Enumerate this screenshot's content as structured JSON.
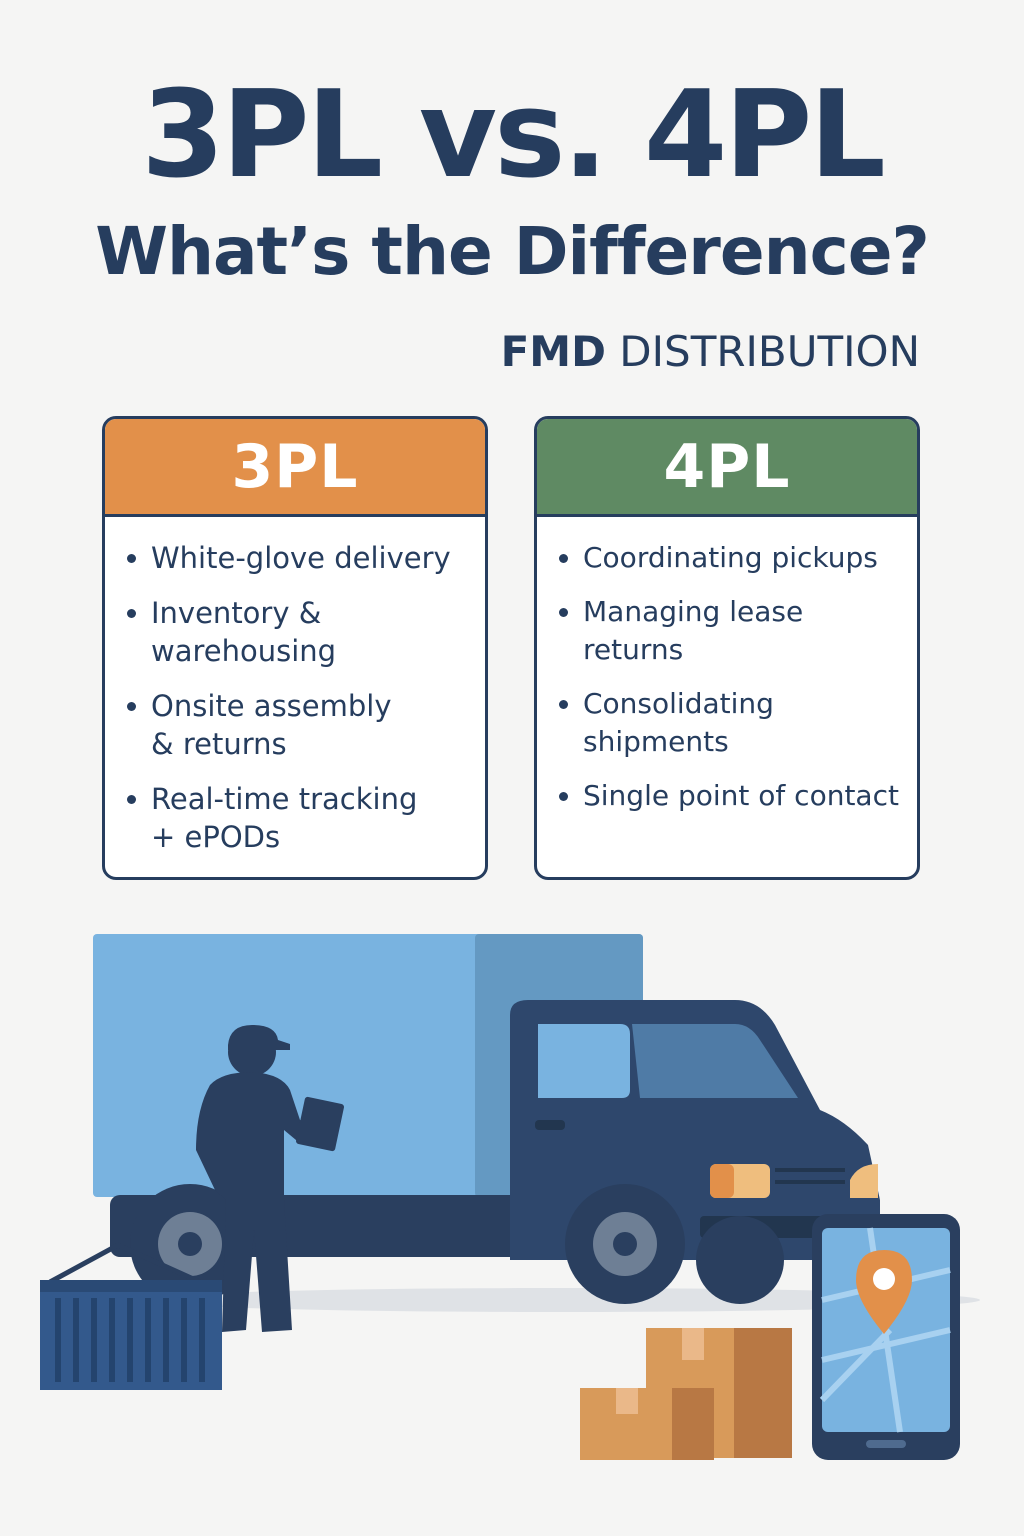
{
  "header": {
    "title": "3PL vs. 4PL",
    "subtitle": "What’s the Difference?",
    "brand_bold": "FMD",
    "brand_rest": " DISTRIBUTION"
  },
  "cards": [
    {
      "title": "3PL",
      "header_color": "#e2904a",
      "items": [
        "White-glove delivery",
        "Inventory &\nwarehousing",
        "Onsite assembly\n& returns",
        "Real-time tracking\n+ ePODs"
      ]
    },
    {
      "title": "4PL",
      "header_color": "#5f8a63",
      "items": [
        "Coordinating pickups",
        "Managing lease returns",
        "Consolidating shipments",
        "Single point of contact"
      ]
    }
  ],
  "colors": {
    "navy": "#263d5e",
    "truck_box": "#79b3e0",
    "truck_cab": "#2e476c",
    "orange": "#e2904a",
    "green": "#5f8a63"
  },
  "icons": [
    "truck-icon",
    "delivery-person-icon",
    "shipping-container-icon",
    "cardboard-boxes-icon",
    "smartphone-map-icon",
    "location-pin-icon"
  ]
}
